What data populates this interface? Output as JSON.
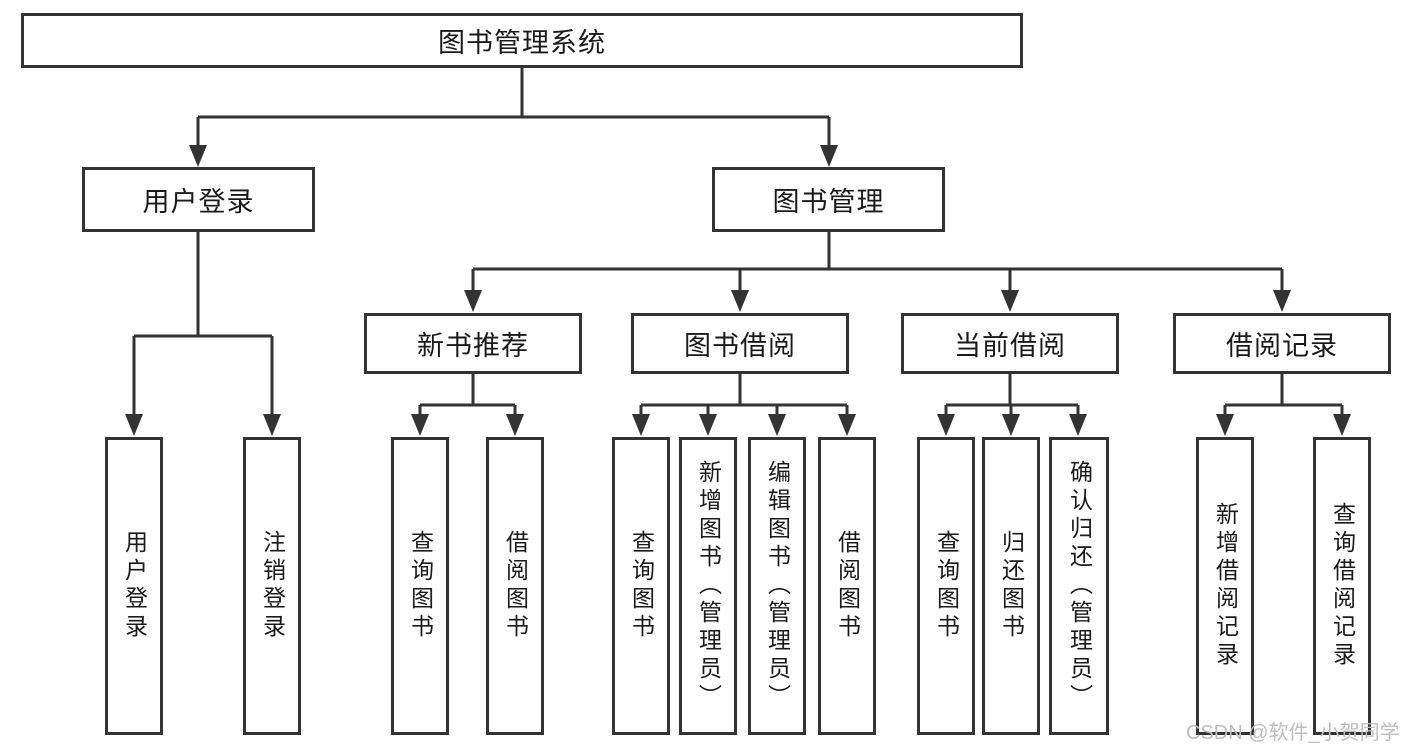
{
  "diagram": {
    "tree": {
      "label": "图书管理系统",
      "children": [
        {
          "label": "用户登录",
          "children": [
            {
              "label": "用户登录"
            },
            {
              "label": "注销登录"
            }
          ]
        },
        {
          "label": "图书管理",
          "children": [
            {
              "label": "新书推荐",
              "children": [
                {
                  "label": "查询图书"
                },
                {
                  "label": "借阅图书"
                }
              ]
            },
            {
              "label": "图书借阅",
              "children": [
                {
                  "label": "查询图书"
                },
                {
                  "label": "新增图书（管理员）"
                },
                {
                  "label": "编辑图书（管理员）"
                },
                {
                  "label": "借阅图书"
                }
              ]
            },
            {
              "label": "当前借阅",
              "children": [
                {
                  "label": "查询图书"
                },
                {
                  "label": "归还图书"
                },
                {
                  "label": "确认归还（管理员）"
                }
              ]
            },
            {
              "label": "借阅记录",
              "children": [
                {
                  "label": "新增借阅记录"
                },
                {
                  "label": "查询借阅记录"
                }
              ]
            }
          ]
        }
      ]
    }
  },
  "watermark": {
    "text": "CSDN @软件_小贺同学",
    "color": "#bdbdbd"
  },
  "colors": {
    "line": "#333333",
    "text": "#1a1a1a",
    "box_fill": "#ffffff",
    "background": "#ffffff"
  }
}
